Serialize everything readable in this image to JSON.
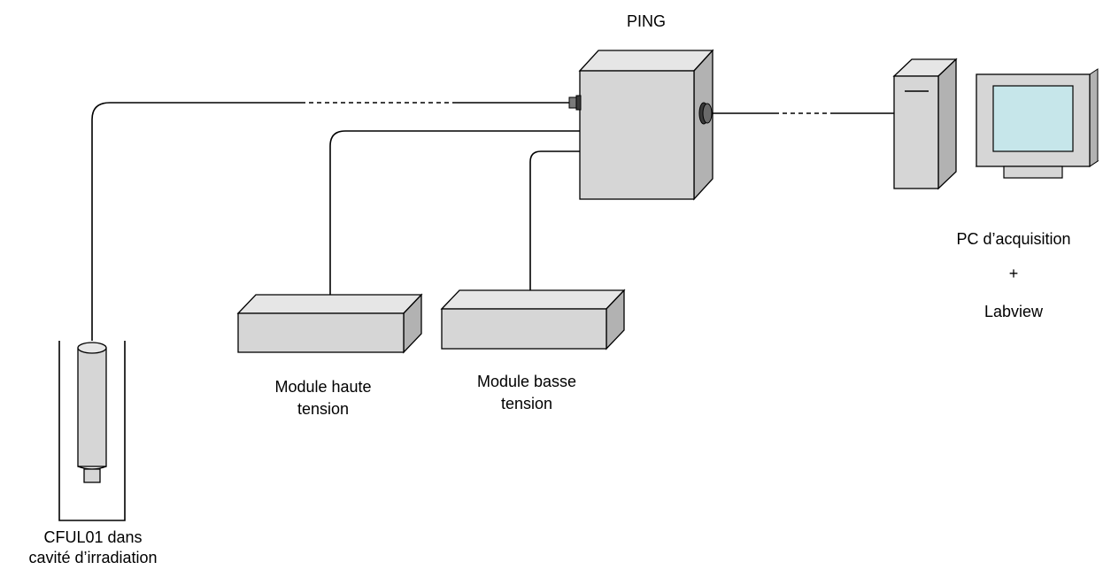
{
  "labels": {
    "ping": "PING",
    "pc_line1": "PC d’acquisition",
    "pc_plus": "+",
    "pc_line3": "Labview",
    "hv_line1": "Module haute",
    "hv_line2": "tension",
    "lv_line1": "Module basse",
    "lv_line2": "tension",
    "detector_line1": "CFUL01 dans",
    "detector_line2": "cavité d’irradiation"
  },
  "colors": {
    "box_front": "#d6d6d6",
    "box_top": "#e6e6e6",
    "box_side": "#b2b2b2",
    "screen": "#c6e6ea",
    "line": "#000000"
  }
}
